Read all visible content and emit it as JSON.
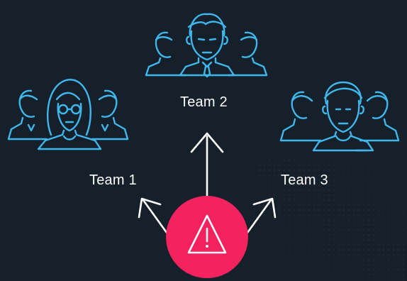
{
  "teams": [
    {
      "label": "Team 1",
      "icon": "team-with-woman-leader-icon"
    },
    {
      "label": "Team 2",
      "icon": "team-with-man-in-tie-leader-icon"
    },
    {
      "label": "Team 3",
      "icon": "team-with-casual-man-leader-icon"
    }
  ],
  "alert": {
    "icon": "warning-triangle-icon"
  },
  "colors": {
    "background": "#16202a",
    "line_icon": "#3fb6ec",
    "arrow": "#ffffff",
    "alert_circle": "#f2235f",
    "text": "#ffffff"
  }
}
